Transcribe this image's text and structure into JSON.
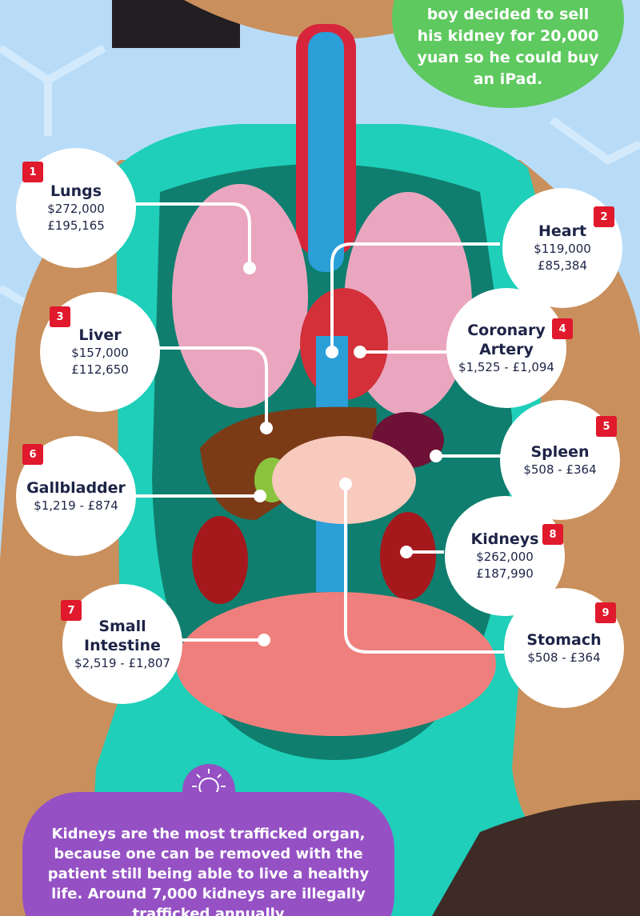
{
  "top_fact": {
    "lines": [
      "boy decided to sell",
      "his kidney for 20,000",
      "yuan so he could buy",
      "an iPad."
    ]
  },
  "organs": [
    {
      "number": "1",
      "name": "Lungs",
      "price_usd": "$272,000",
      "price_gbp": "£195,165"
    },
    {
      "number": "2",
      "name": "Heart",
      "price_usd": "$119,000",
      "price_gbp": "£85,384"
    },
    {
      "number": "3",
      "name": "Liver",
      "price_usd": "$157,000",
      "price_gbp": "£112,650"
    },
    {
      "number": "4",
      "name": "Coronary Artery",
      "price": "$1,525 - £1,094"
    },
    {
      "number": "5",
      "name": "Spleen",
      "price": "$508 - £364"
    },
    {
      "number": "6",
      "name": "Gallbladder",
      "price": "$1,219 - £874"
    },
    {
      "number": "7",
      "name": "Small Intestine",
      "price": "$2,519 - £1,807"
    },
    {
      "number": "8",
      "name": "Kidneys",
      "price_usd": "$262,000",
      "price_gbp": "£187,990"
    },
    {
      "number": "9",
      "name": "Stomach",
      "price": "$508 - £364"
    }
  ],
  "bottom_fact": {
    "lines": [
      "Kidneys are the most trafficked organ,",
      "because one can be removed with the",
      "patient still being able to live a healthy",
      "life. Around 7,000 kidneys are illegally",
      "trafficked annually"
    ]
  },
  "icons": {
    "bottom": "lightbulb-icon"
  },
  "colors": {
    "background": "#b8dcf8",
    "badge": "#e0192c",
    "green_bubble": "#5ec95f",
    "purple_bubble": "#9551c4",
    "body": "#1fcfb9"
  }
}
